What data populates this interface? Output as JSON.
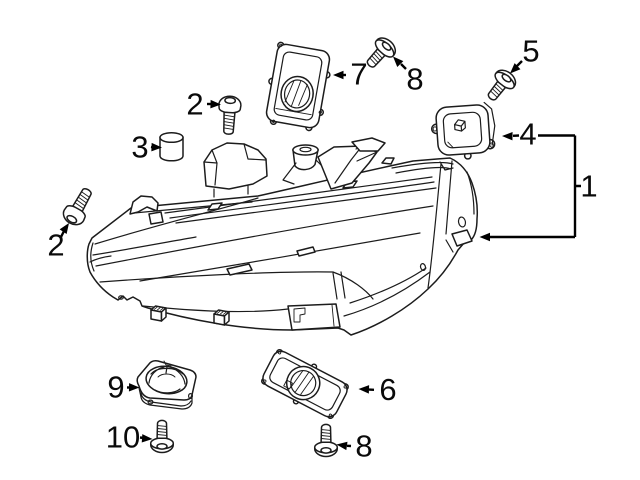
{
  "diagram": {
    "type": "exploded-parts-diagram",
    "subject": "Headlight assembly",
    "background_color": "#ffffff",
    "line_color": "#1c1c1c",
    "callout_color": "#000000",
    "callouts": {
      "c1": {
        "label": "1"
      },
      "c2_top": {
        "label": "2"
      },
      "c2_left": {
        "label": "2"
      },
      "c3": {
        "label": "3"
      },
      "c4": {
        "label": "4"
      },
      "c5": {
        "label": "5"
      },
      "c6": {
        "label": "6"
      },
      "c7": {
        "label": "7"
      },
      "c8_top": {
        "label": "8"
      },
      "c8_bottom": {
        "label": "8"
      },
      "c9": {
        "label": "9"
      },
      "c10": {
        "label": "10"
      }
    }
  }
}
